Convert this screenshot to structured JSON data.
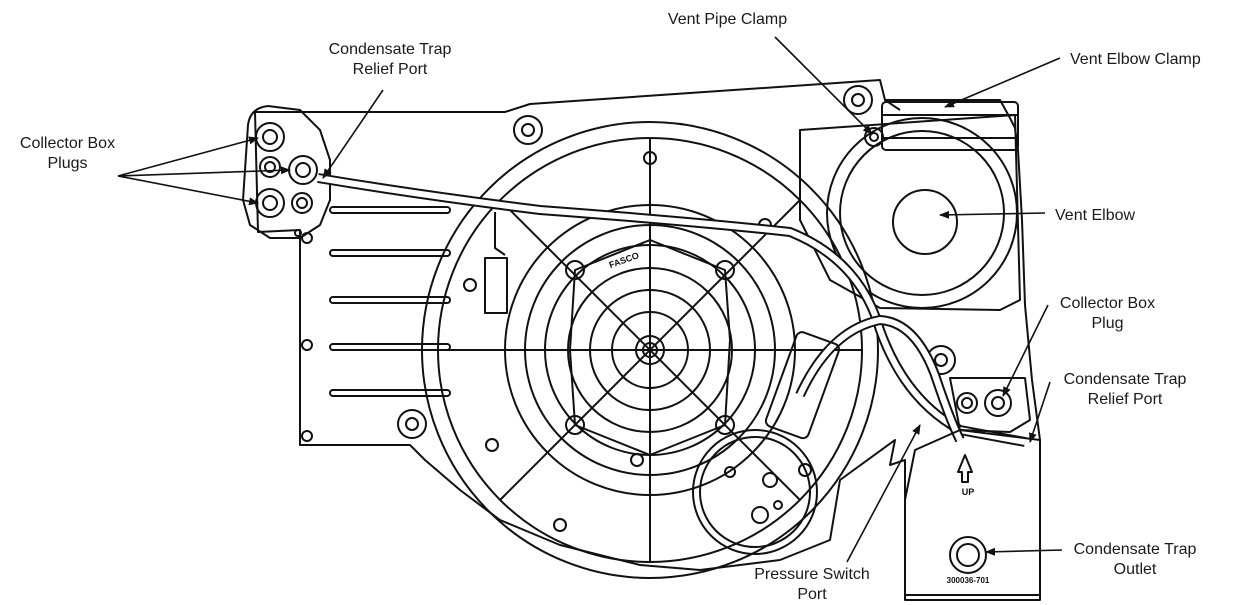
{
  "labels": {
    "vent_pipe_clamp": "Vent Pipe Clamp",
    "vent_elbow_clamp": "Vent Elbow Clamp",
    "condensate_trap_relief_port_top": [
      "Condensate Trap",
      "Relief Port"
    ],
    "collector_box_plugs": [
      "Collector Box",
      "Plugs"
    ],
    "vent_elbow": "Vent Elbow",
    "collector_box_plug": [
      "Collector Box",
      "Plug"
    ],
    "condensate_trap_relief_port_right": [
      "Condensate Trap",
      "Relief Port"
    ],
    "condensate_trap_outlet": [
      "Condensate Trap",
      "Outlet"
    ],
    "pressure_switch_port": [
      "Pressure Switch",
      "Port"
    ]
  },
  "markings": {
    "trap_arrow_text": "UP",
    "trap_part_number": "300036-701",
    "blower_brand": "FASCO"
  },
  "colors": {
    "line": "#111111",
    "label_text": "#1a1a1a",
    "background": "#ffffff"
  }
}
